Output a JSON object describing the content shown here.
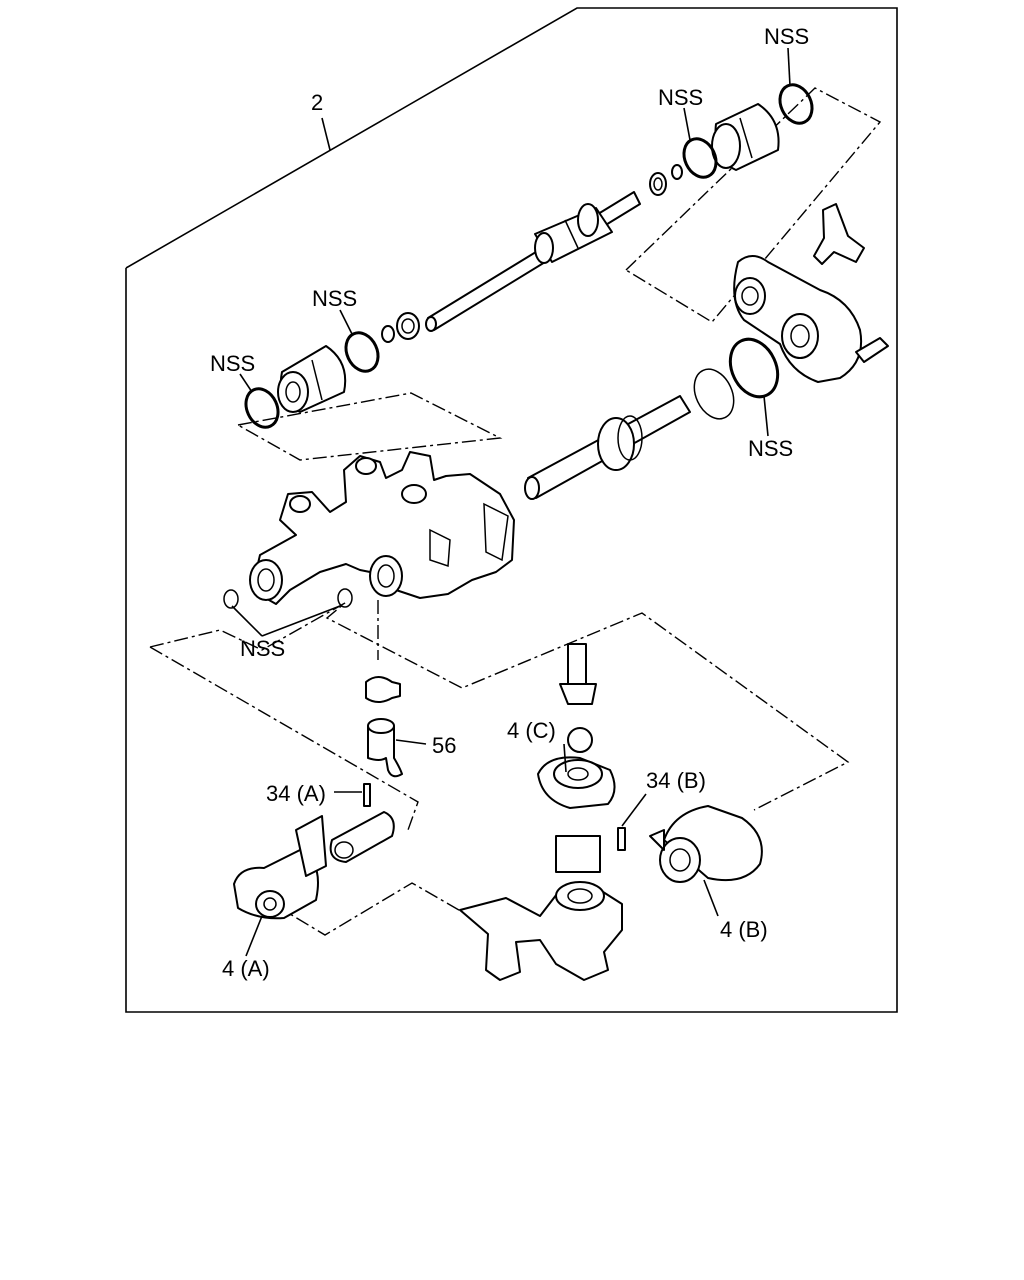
{
  "labels": {
    "assembly": "2",
    "nss": "NSS",
    "part_56": "56",
    "part_4a": "4 (A)",
    "part_4b": "4 (B)",
    "part_4c": "4 (C)",
    "part_34a": "34 (A)",
    "part_34b": "34 (B)"
  }
}
